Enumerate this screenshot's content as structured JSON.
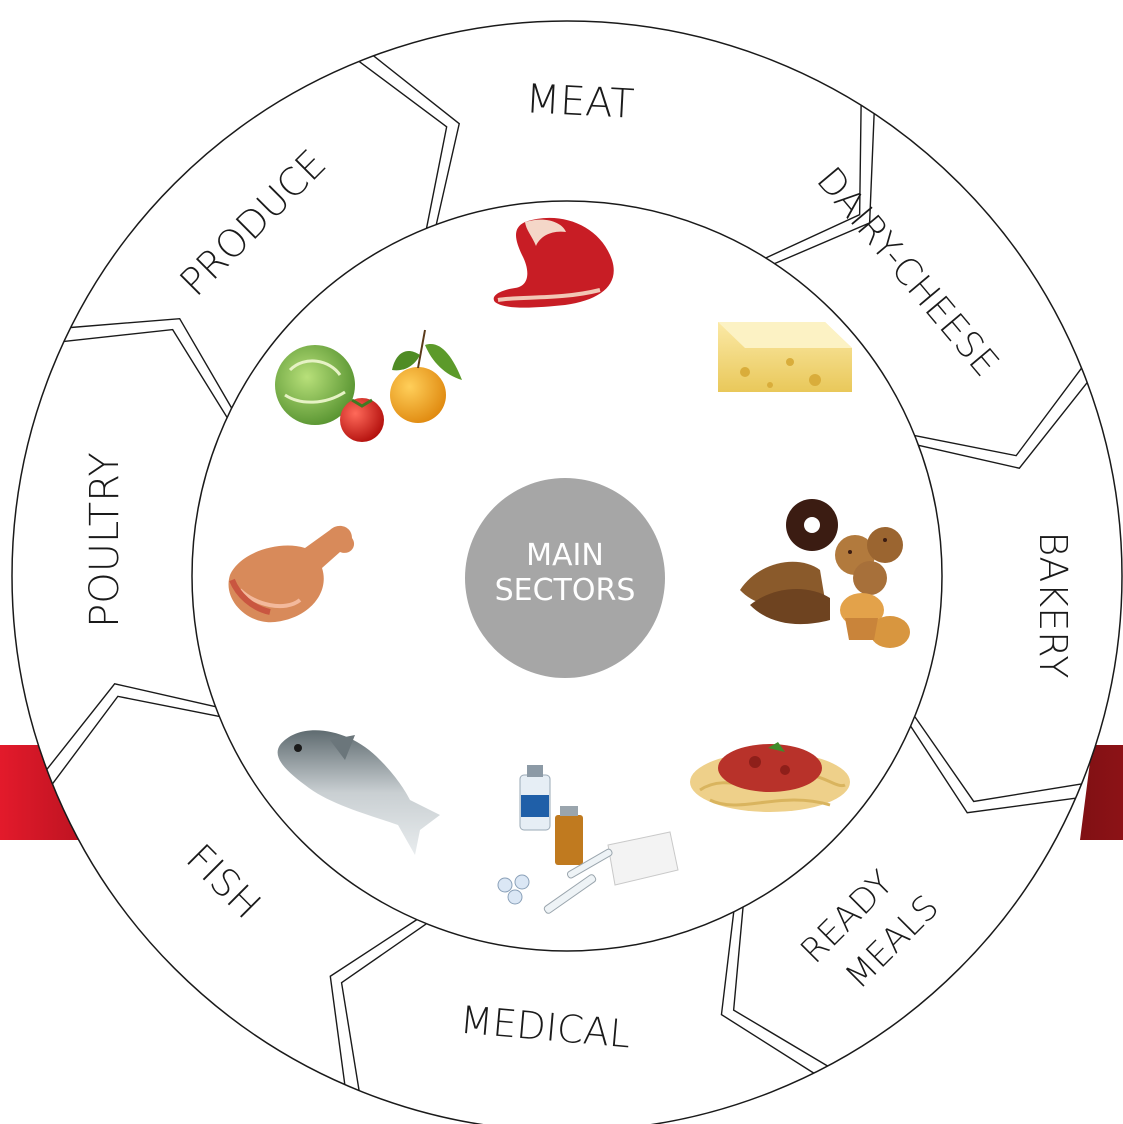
{
  "center": {
    "line1": "MAIN",
    "line2": "SECTORS",
    "color": "#a6a6a6"
  },
  "accent": {
    "red": "#c8102e",
    "dark_red": "#7a0f12"
  },
  "sectors": [
    {
      "label": "MEAT",
      "icon": "meat-steak-icon"
    },
    {
      "label": "DAIRY-CHEESE",
      "icon": "cheese-icon"
    },
    {
      "label": "BAKERY",
      "icon": "bakery-icon"
    },
    {
      "label": "READY",
      "label2": "MEALS",
      "icon": "pasta-icon"
    },
    {
      "label": "MEDICAL",
      "icon": "medical-supplies-icon"
    },
    {
      "label": "FISH",
      "icon": "fish-icon"
    },
    {
      "label": "POULTRY",
      "icon": "chicken-leg-icon"
    },
    {
      "label": "PRODUCE",
      "icon": "vegetables-icon"
    }
  ]
}
